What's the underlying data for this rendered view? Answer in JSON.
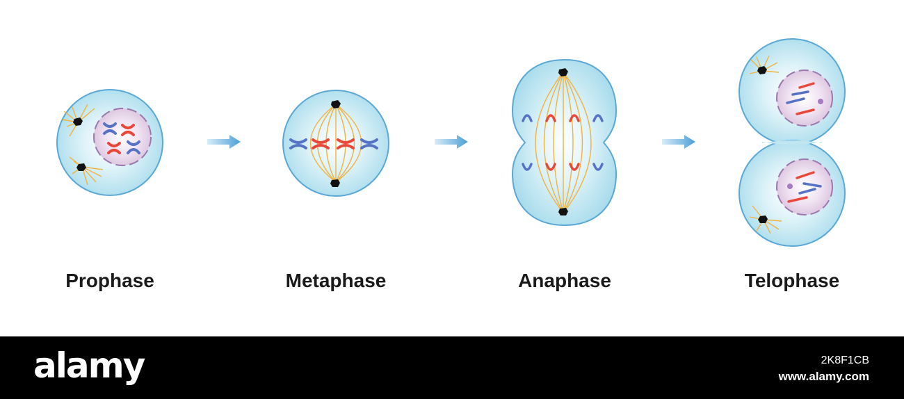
{
  "stages": [
    {
      "label": "Prophase"
    },
    {
      "label": "Metaphase"
    },
    {
      "label": "Anaphase"
    },
    {
      "label": "Telophase"
    }
  ],
  "colors": {
    "cell_fill": "#bfe6f1",
    "cell_stroke": "#5aa8d6",
    "nucleus_fill": "#e6d2e8",
    "nucleus_stroke": "#9a78ad",
    "spindle": "#f2b23c",
    "chromosome_red": "#e8483a",
    "chromosome_blue": "#5672c4",
    "centrosome": "#111111",
    "arrow": "#4d9fd6"
  },
  "footer": {
    "logo": "alamy",
    "image_id": "2K8F1CB",
    "url": "www.alamy.com"
  }
}
